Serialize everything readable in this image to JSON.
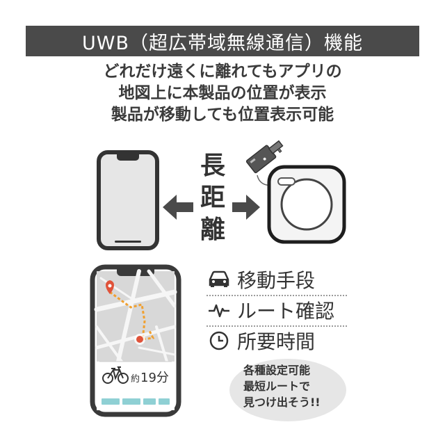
{
  "banner": {
    "title": "UWB（超広帯域無線通信）機能"
  },
  "description": {
    "lines": [
      "どれだけ遠くに離れてもアプリの",
      "地図上に本製品の位置が表示",
      "製品が移動しても位置表示可能"
    ]
  },
  "distance": {
    "chars": [
      "長",
      "距",
      "離"
    ]
  },
  "features": [
    {
      "label": "移動手段",
      "icon": "car-icon"
    },
    {
      "label": "ルート確認",
      "icon": "route-pulse-icon"
    },
    {
      "label": "所要時間",
      "icon": "clock-icon"
    }
  ],
  "eta": {
    "prefix": "約",
    "value": "19分",
    "icon": "bicycle-icon"
  },
  "bubble": {
    "lines": [
      "各種設定可能",
      "最短ルートで",
      "見つけ出そう!!"
    ]
  },
  "colors": {
    "banner_bg": "#4a4a4a",
    "route_orange": "#f0a030",
    "pin_red": "#e0533a",
    "tab_teal": "#8fd0d4"
  }
}
